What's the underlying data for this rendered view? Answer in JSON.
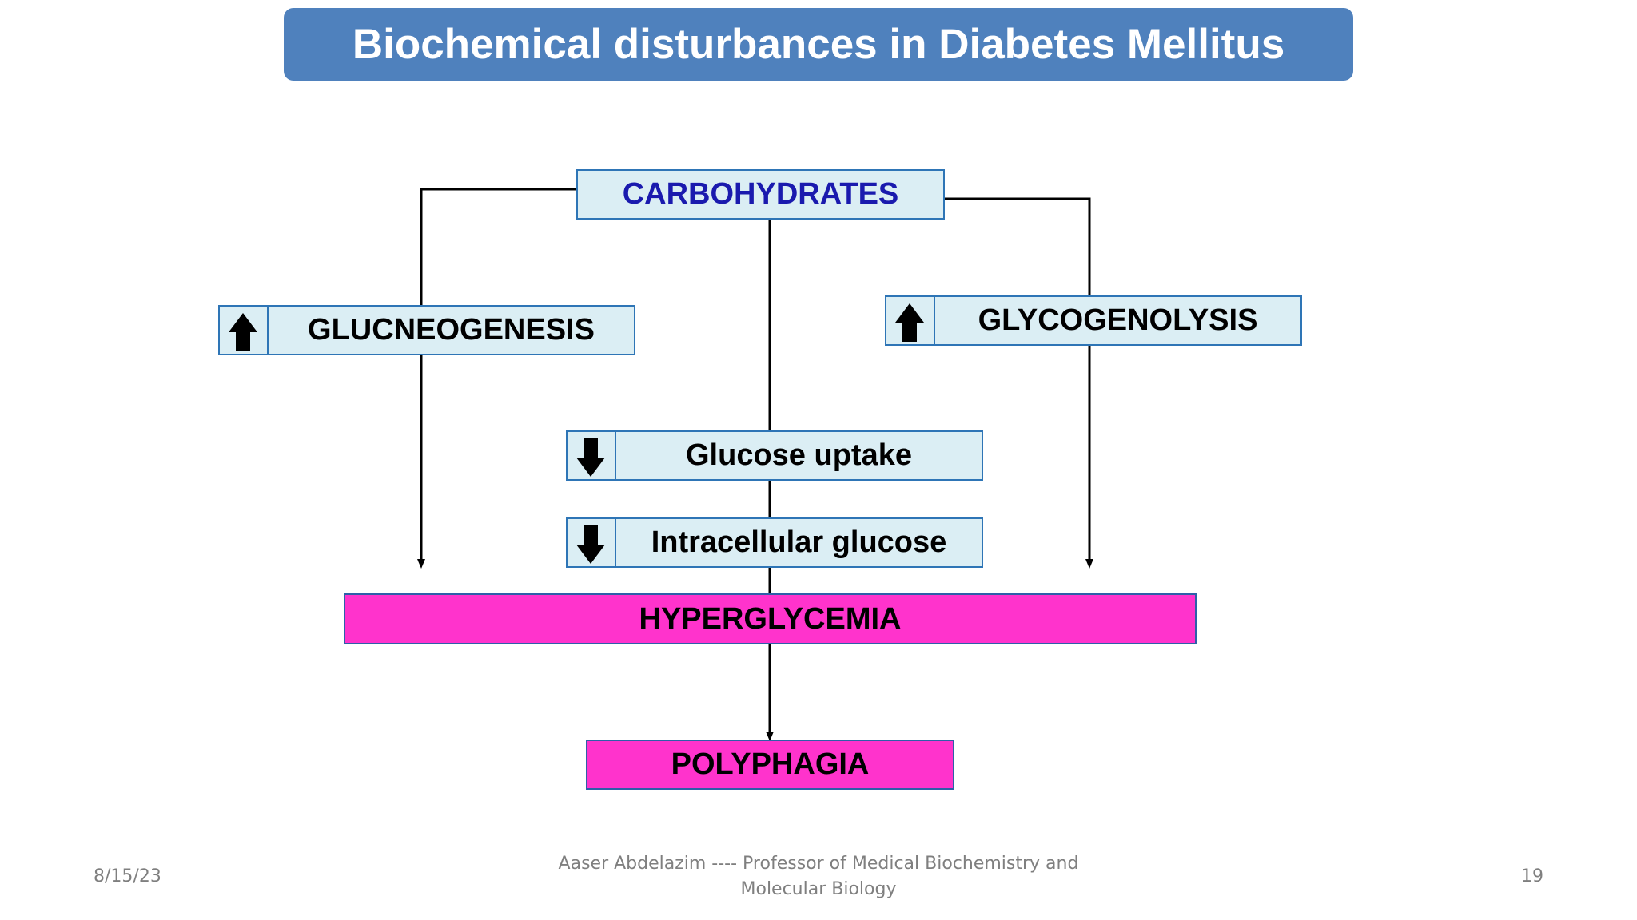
{
  "slide": {
    "title": "Biochemical disturbances in Diabetes Mellitus"
  },
  "diagram": {
    "nodes": {
      "carbohydrates": "CARBOHYDRATES",
      "gluconeogenesis": "GLUCNEOGENESIS",
      "glycogenolysis": "GLYCOGENOLYSIS",
      "glucose_uptake": "Glucose uptake",
      "intracellular_glucose": "Intracellular glucose",
      "hyperglycemia": "HYPERGLYCEMIA",
      "polyphagia": "POLYPHAGIA"
    },
    "indicators": {
      "gluconeogenesis": "up-arrow-icon",
      "glycogenolysis": "up-arrow-icon",
      "glucose_uptake": "down-arrow-icon",
      "intracellular_glucose": "down-arrow-icon"
    },
    "colors": {
      "box_fill": "#dbeef4",
      "box_border": "#2e75b6",
      "highlight_fill": "#ff33cc",
      "title_fill": "#4f81bd",
      "carbohydrates_text": "#1a1aae"
    }
  },
  "footer": {
    "date": "8/15/23",
    "author_line1": "Aaser Abdelazim ---- Professor of Medical Biochemistry and",
    "author_line2": "Molecular Biology",
    "page_number": "19"
  }
}
